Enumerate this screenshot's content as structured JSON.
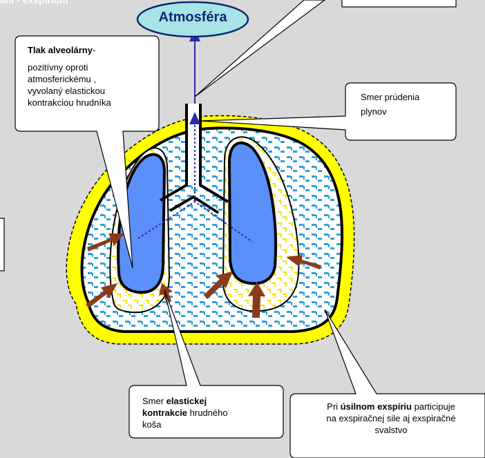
{
  "header": {
    "title_fragment": "áni - exspírium"
  },
  "atmosphere": {
    "label": "Atmosféra"
  },
  "callouts": {
    "alveolar": {
      "bold": "Tlak alveolárny",
      "suffix": "-",
      "lines": [
        "pozitívny oproti",
        "atmosferickému ,",
        "vyvolaný elastickou",
        "kontrakciou hrudníka"
      ]
    },
    "flow": {
      "lines": [
        "Smer prúdenia",
        "plynov"
      ]
    },
    "elastic": {
      "prefix": "Smer ",
      "bold1": "elastickej",
      "bold2": "kontrakcie",
      "rest": "  hrudného",
      "line3": "koša"
    },
    "forced": {
      "prefix": "Pri ",
      "bold": "úsilnom exspíriu",
      "rest": " participuje",
      "line2": "na exspiračnej sile aj exspiračné",
      "line3": "svalstvo"
    }
  },
  "colors": {
    "background": "#d9d9d9",
    "pleura": "#ffff00",
    "lung": "#5b8ff9",
    "atmosphere_fill": "#a8e3e6",
    "atmosphere_text": "#0a2a6e",
    "arrow": "#8b3a1a",
    "flow_arrow": "#2e2aa8"
  },
  "icons": [
    "pressure-arrow-icon",
    "airflow-arrow-icon"
  ]
}
